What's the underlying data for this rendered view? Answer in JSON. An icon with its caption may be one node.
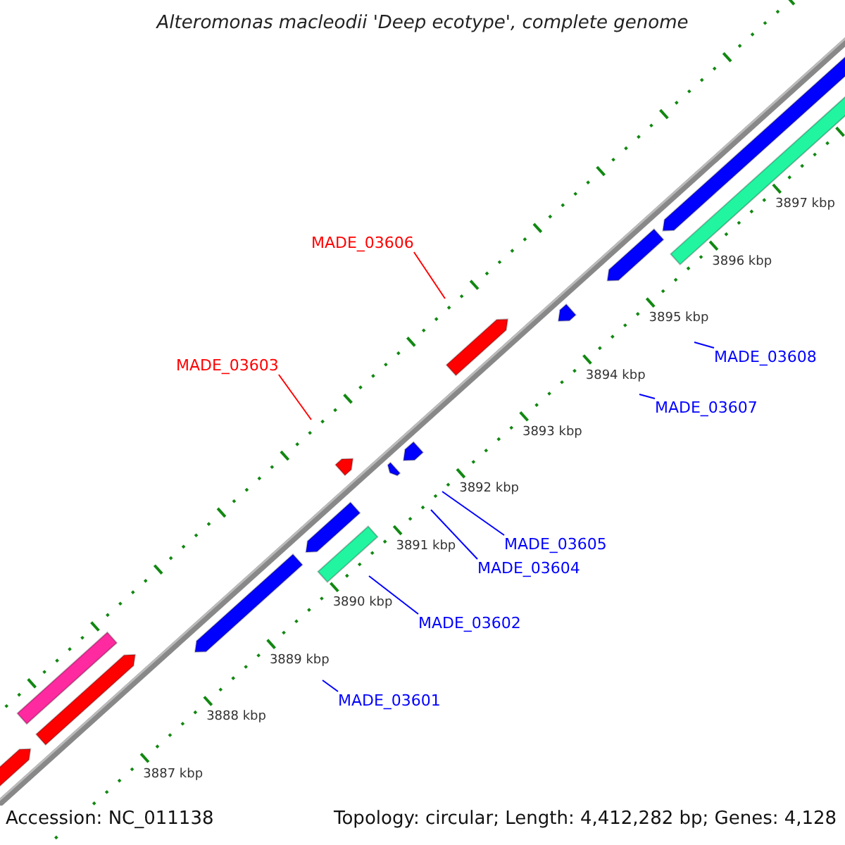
{
  "diagram": {
    "title": "Alteromonas macleodii 'Deep ecotype', complete genome",
    "nodes": [
      {
        "text": [
          "MADE_03606"
        ]
      },
      {
        "text": [
          "MADE_03603"
        ]
      },
      {
        "text": [
          "MADE_03608"
        ]
      },
      {
        "text": [
          "MADE_03607"
        ]
      },
      {
        "text": [
          "MADE_03605"
        ]
      },
      {
        "text": [
          "MADE_03604"
        ]
      },
      {
        "text": [
          "MADE_03602"
        ]
      },
      {
        "text": [
          "MADE_03601"
        ]
      }
    ],
    "edges": [
      {
        "from": 0,
        "to": null,
        "arrow": "none",
        "color": "#ff0000"
      },
      {
        "from": 1,
        "to": null,
        "arrow": "none",
        "color": "#ff0000"
      },
      {
        "from": 2,
        "to": null,
        "arrow": "none"
      },
      {
        "from": 3,
        "to": null,
        "arrow": "none"
      },
      {
        "from": 4,
        "to": null,
        "arrow": "none"
      },
      {
        "from": 5,
        "to": null,
        "arrow": "none"
      },
      {
        "from": 6,
        "to": null,
        "arrow": "none"
      },
      {
        "from": 7,
        "to": null,
        "arrow": "none"
      }
    ],
    "labels": [
      "3887 kbp",
      "3888 kbp",
      "3889 kbp",
      "3890 kbp",
      "3891 kbp",
      "3892 kbp",
      "3893 kbp",
      "3894 kbp",
      "3895 kbp",
      "3896 kbp",
      "3897 kbp",
      "Accession: NC_011138",
      "Topology: circular; Length: 4,412,282 bp; Genes: 4,128"
    ]
  }
}
